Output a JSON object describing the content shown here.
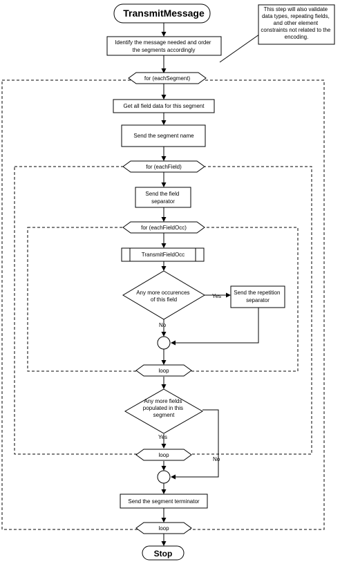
{
  "start": "TransmitMessage",
  "note": [
    "This step will also validate",
    "data types, repeating fields,",
    "and other element",
    "constraints not related to the",
    "encoding."
  ],
  "identify": [
    "Identify the message needed and order",
    "the segments accordingly"
  ],
  "loop_segment": "for (eachSegment)",
  "get_field_data": "Get all field data for this segment",
  "send_segment_name": "Send the segment name",
  "loop_field": "for (eachField)",
  "send_field_sep": [
    "Send the field",
    "separator"
  ],
  "loop_field_occ": "for (eachFieldOcc)",
  "transmit_field_occ": "TransmitFieldOcc",
  "decision_occ": [
    "Any more occurences",
    "of this field"
  ],
  "yes1": "Yes",
  "no1": "No",
  "send_rep_sep": [
    "Send the repetition",
    "separator"
  ],
  "loop_end1": "loop",
  "decision_fields": [
    "Any more fields",
    "populated in this",
    "segment"
  ],
  "yes2": "Yes",
  "no2": "No",
  "loop_end2": "loop",
  "send_terminator": "Send the segment terminator",
  "loop_end3": "loop",
  "stop": "Stop"
}
